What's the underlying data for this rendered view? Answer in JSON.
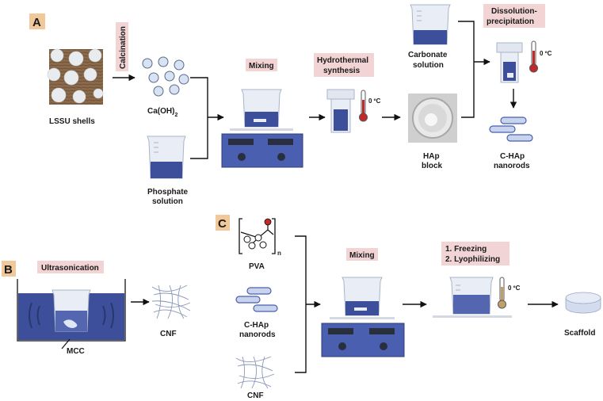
{
  "panels": {
    "a": "A",
    "b": "B",
    "c": "C"
  },
  "colors": {
    "tag_bg": "#f2d4d4",
    "panel_bg": "#f0c89a",
    "liquid": "#3d4f9a",
    "stirrer": "#4a5fb0",
    "thermo": "#c22a2a"
  },
  "steps": {
    "calcination": "Calcination",
    "mixing_a": "Mixing",
    "hydrothermal_1": "Hydrothermal",
    "hydrothermal_2": "synthesis",
    "dissolution_1": "Dissolution-",
    "dissolution_2": "precipitation",
    "ultrasonication": "Ultrasonication",
    "mixing_c": "Mixing",
    "freezing": "1.  Freezing",
    "lyophilizing": "2.  Lyophilizing"
  },
  "labels": {
    "lssu_shells": "LSSU shells",
    "caoh2_main": "Ca(OH)",
    "caoh2_sub": "2",
    "phosphate_1": "Phosphate",
    "phosphate_2": "solution",
    "carbonate_1": "Carbonate",
    "carbonate_2": "solution",
    "hap_1": "HAp",
    "hap_2": "block",
    "chap_1": "C-HAp",
    "chap_2": "nanorods",
    "temp_1": "0 ºC",
    "temp_2": "0 ºC",
    "temp_3": "0 ºC",
    "mcc": "MCC",
    "cnf_b": "CNF",
    "pva": "PVA",
    "pva_n": "n",
    "chap_c_1": "C-HAp",
    "chap_c_2": "nanorods",
    "cnf_c": "CNF",
    "scaffold": "Scaffold"
  },
  "icons": [
    "shells-photo",
    "beaker-icon",
    "stirrer-icon",
    "thermometer-icon",
    "autoclave-icon",
    "hap-block-photo",
    "nanorod-icon",
    "fiber-network-icon",
    "ultrasonic-bath-icon",
    "pva-structure-icon",
    "scaffold-disc-icon"
  ]
}
